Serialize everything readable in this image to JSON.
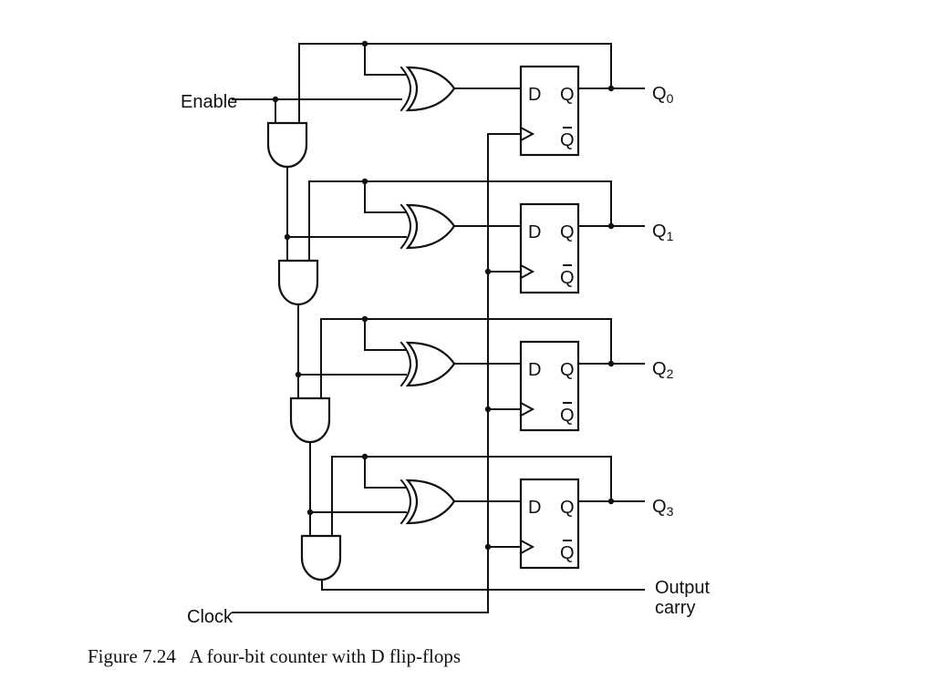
{
  "labels": {
    "enable": "Enable",
    "clock": "Clock",
    "output_carry_line1": "Output",
    "output_carry_line2": "carry"
  },
  "flipflop_pins": {
    "d": "D",
    "q": "Q",
    "qbar": "Q"
  },
  "stages": [
    {
      "output_base": "Q",
      "output_sub": "0"
    },
    {
      "output_base": "Q",
      "output_sub": "1"
    },
    {
      "output_base": "Q",
      "output_sub": "2"
    },
    {
      "output_base": "Q",
      "output_sub": "3"
    }
  ],
  "caption": "Figure 7.24   A four-bit counter with D flip-flops"
}
